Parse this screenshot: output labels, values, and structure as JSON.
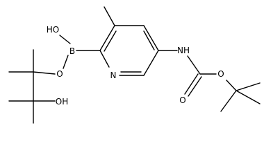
{
  "molecule": {
    "atoms": {
      "ho_boron": "HO",
      "boron": "B",
      "o_ester": "O",
      "ho_pinacol": "OH",
      "n_ring": "N",
      "nh": "NH",
      "o_carbonyl": "O",
      "o_carbamate": "O"
    },
    "colors": {
      "ink": "#000000",
      "background": "#ffffff"
    }
  }
}
